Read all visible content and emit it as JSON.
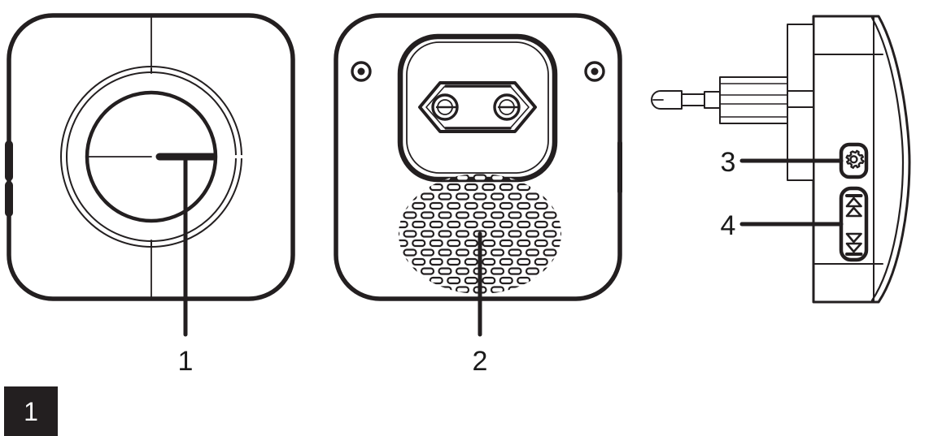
{
  "figure": {
    "number": "1",
    "badge_background": "#231f20",
    "badge_text_color": "#ffffff",
    "line_color": "#231f20",
    "background": "#ffffff"
  },
  "callouts": [
    {
      "id": "callout-1",
      "label": "1",
      "points_to": "dial-indicator-mark",
      "view": "front-view"
    },
    {
      "id": "callout-2",
      "label": "2",
      "points_to": "ventilation-grille",
      "view": "back-view"
    },
    {
      "id": "callout-3",
      "label": "3",
      "points_to": "settings-button",
      "view": "side-view"
    },
    {
      "id": "callout-4",
      "label": "4",
      "points_to": "up-down-rocker-button",
      "view": "side-view"
    }
  ],
  "views": [
    {
      "id": "front-view",
      "name": "front-view",
      "parts": [
        {
          "name": "device-body-front",
          "label": "1"
        },
        {
          "name": "dial-outer-ring",
          "label": ""
        },
        {
          "name": "dial-knob",
          "label": ""
        },
        {
          "name": "dial-indicator-mark",
          "label": "1"
        },
        {
          "name": "side-button-upper",
          "label": ""
        },
        {
          "name": "side-button-lower",
          "label": ""
        }
      ]
    },
    {
      "id": "back-view",
      "name": "back-view",
      "parts": [
        {
          "name": "device-body-back",
          "label": ""
        },
        {
          "name": "socket-recess",
          "label": ""
        },
        {
          "name": "socket-outlet-hexagon",
          "label": ""
        },
        {
          "name": "socket-hole-left",
          "label": ""
        },
        {
          "name": "socket-hole-right",
          "label": ""
        },
        {
          "name": "screw-hole-left",
          "label": ""
        },
        {
          "name": "screw-hole-right",
          "label": ""
        },
        {
          "name": "ventilation-grille",
          "label": "2"
        }
      ]
    },
    {
      "id": "side-view",
      "name": "side-view",
      "parts": [
        {
          "name": "device-body-side",
          "label": ""
        },
        {
          "name": "plug-prong",
          "label": ""
        },
        {
          "name": "plug-base-block",
          "label": ""
        },
        {
          "name": "settings-button",
          "label": "3",
          "icon": "gear-icon"
        },
        {
          "name": "up-down-rocker-button",
          "label": "4",
          "icon": "up-to-top-icon / down-to-bottom-icon"
        }
      ]
    }
  ]
}
